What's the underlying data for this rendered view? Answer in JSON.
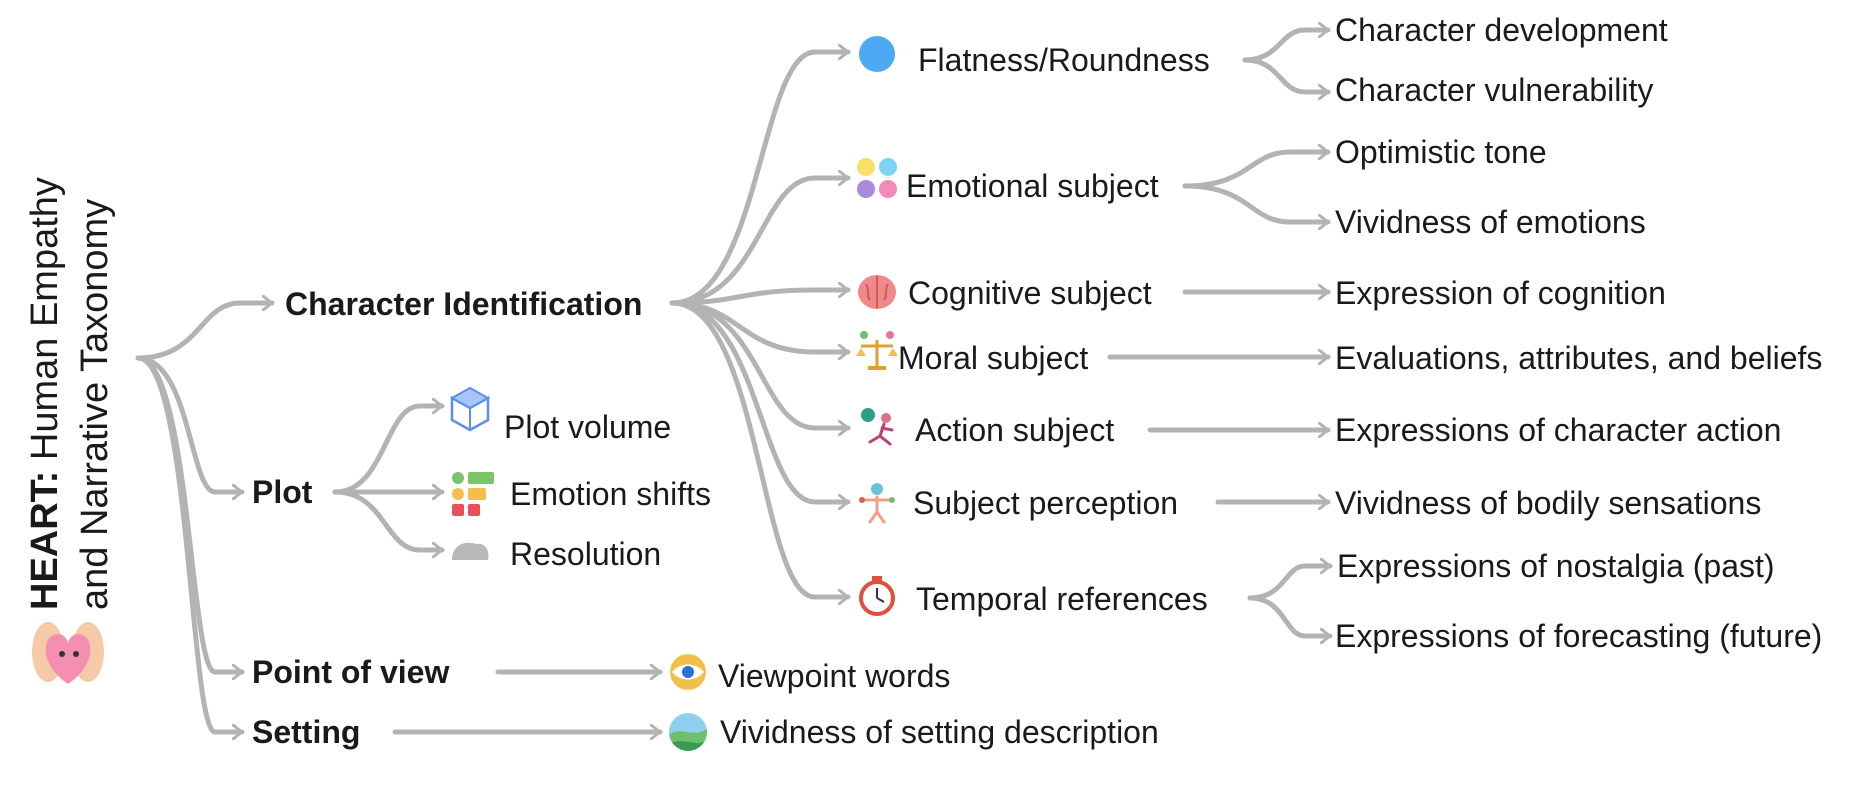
{
  "title": {
    "strong": "HEART:",
    "line1_rest": " Human Empathy",
    "line2": "and Narrative Taxonomy"
  },
  "colors": {
    "connector": "#b3b3b3",
    "text": "#1a1a1a",
    "heart": "#f48fb1",
    "hands": "#f6c9a8"
  },
  "level1": {
    "character": "Character Identification",
    "plot": "Plot",
    "pov": "Point of view",
    "setting": "Setting"
  },
  "character_subjects": {
    "flatness": {
      "label": "Flatness/Roundness",
      "icon": "blue-circle-icon",
      "leaves": [
        "Character development",
        "Character vulnerability"
      ]
    },
    "emotional": {
      "label": "Emotional subject",
      "icon": "emoji-faces-icon",
      "leaves": [
        "Optimistic tone",
        "Vividness of emotions"
      ]
    },
    "cognitive": {
      "label": "Cognitive subject",
      "icon": "brain-icon",
      "leaves": [
        "Expression of cognition"
      ]
    },
    "moral": {
      "label": "Moral subject",
      "icon": "scales-icon",
      "leaves": [
        "Evaluations, attributes, and beliefs"
      ]
    },
    "action": {
      "label": "Action subject",
      "icon": "running-person-icon",
      "leaves": [
        "Expressions of character action"
      ]
    },
    "perception": {
      "label": "Subject perception",
      "icon": "body-senses-icon",
      "leaves": [
        "Vividness of bodily sensations"
      ]
    },
    "temporal": {
      "label": "Temporal references",
      "icon": "stopwatch-icon",
      "leaves": [
        "Expressions of nostalgia (past)",
        "Expressions of forecasting (future)"
      ]
    }
  },
  "plot_items": {
    "volume": {
      "label": "Plot volume",
      "icon": "cube-icon"
    },
    "shifts": {
      "label": "Emotion shifts",
      "icon": "emotion-blocks-icon"
    },
    "resolution": {
      "label": "Resolution",
      "icon": "rock-icon"
    }
  },
  "pov_item": {
    "label": "Viewpoint words",
    "icon": "eye-icon"
  },
  "setting_item": {
    "label": "Vividness of setting description",
    "icon": "landscape-icon"
  }
}
